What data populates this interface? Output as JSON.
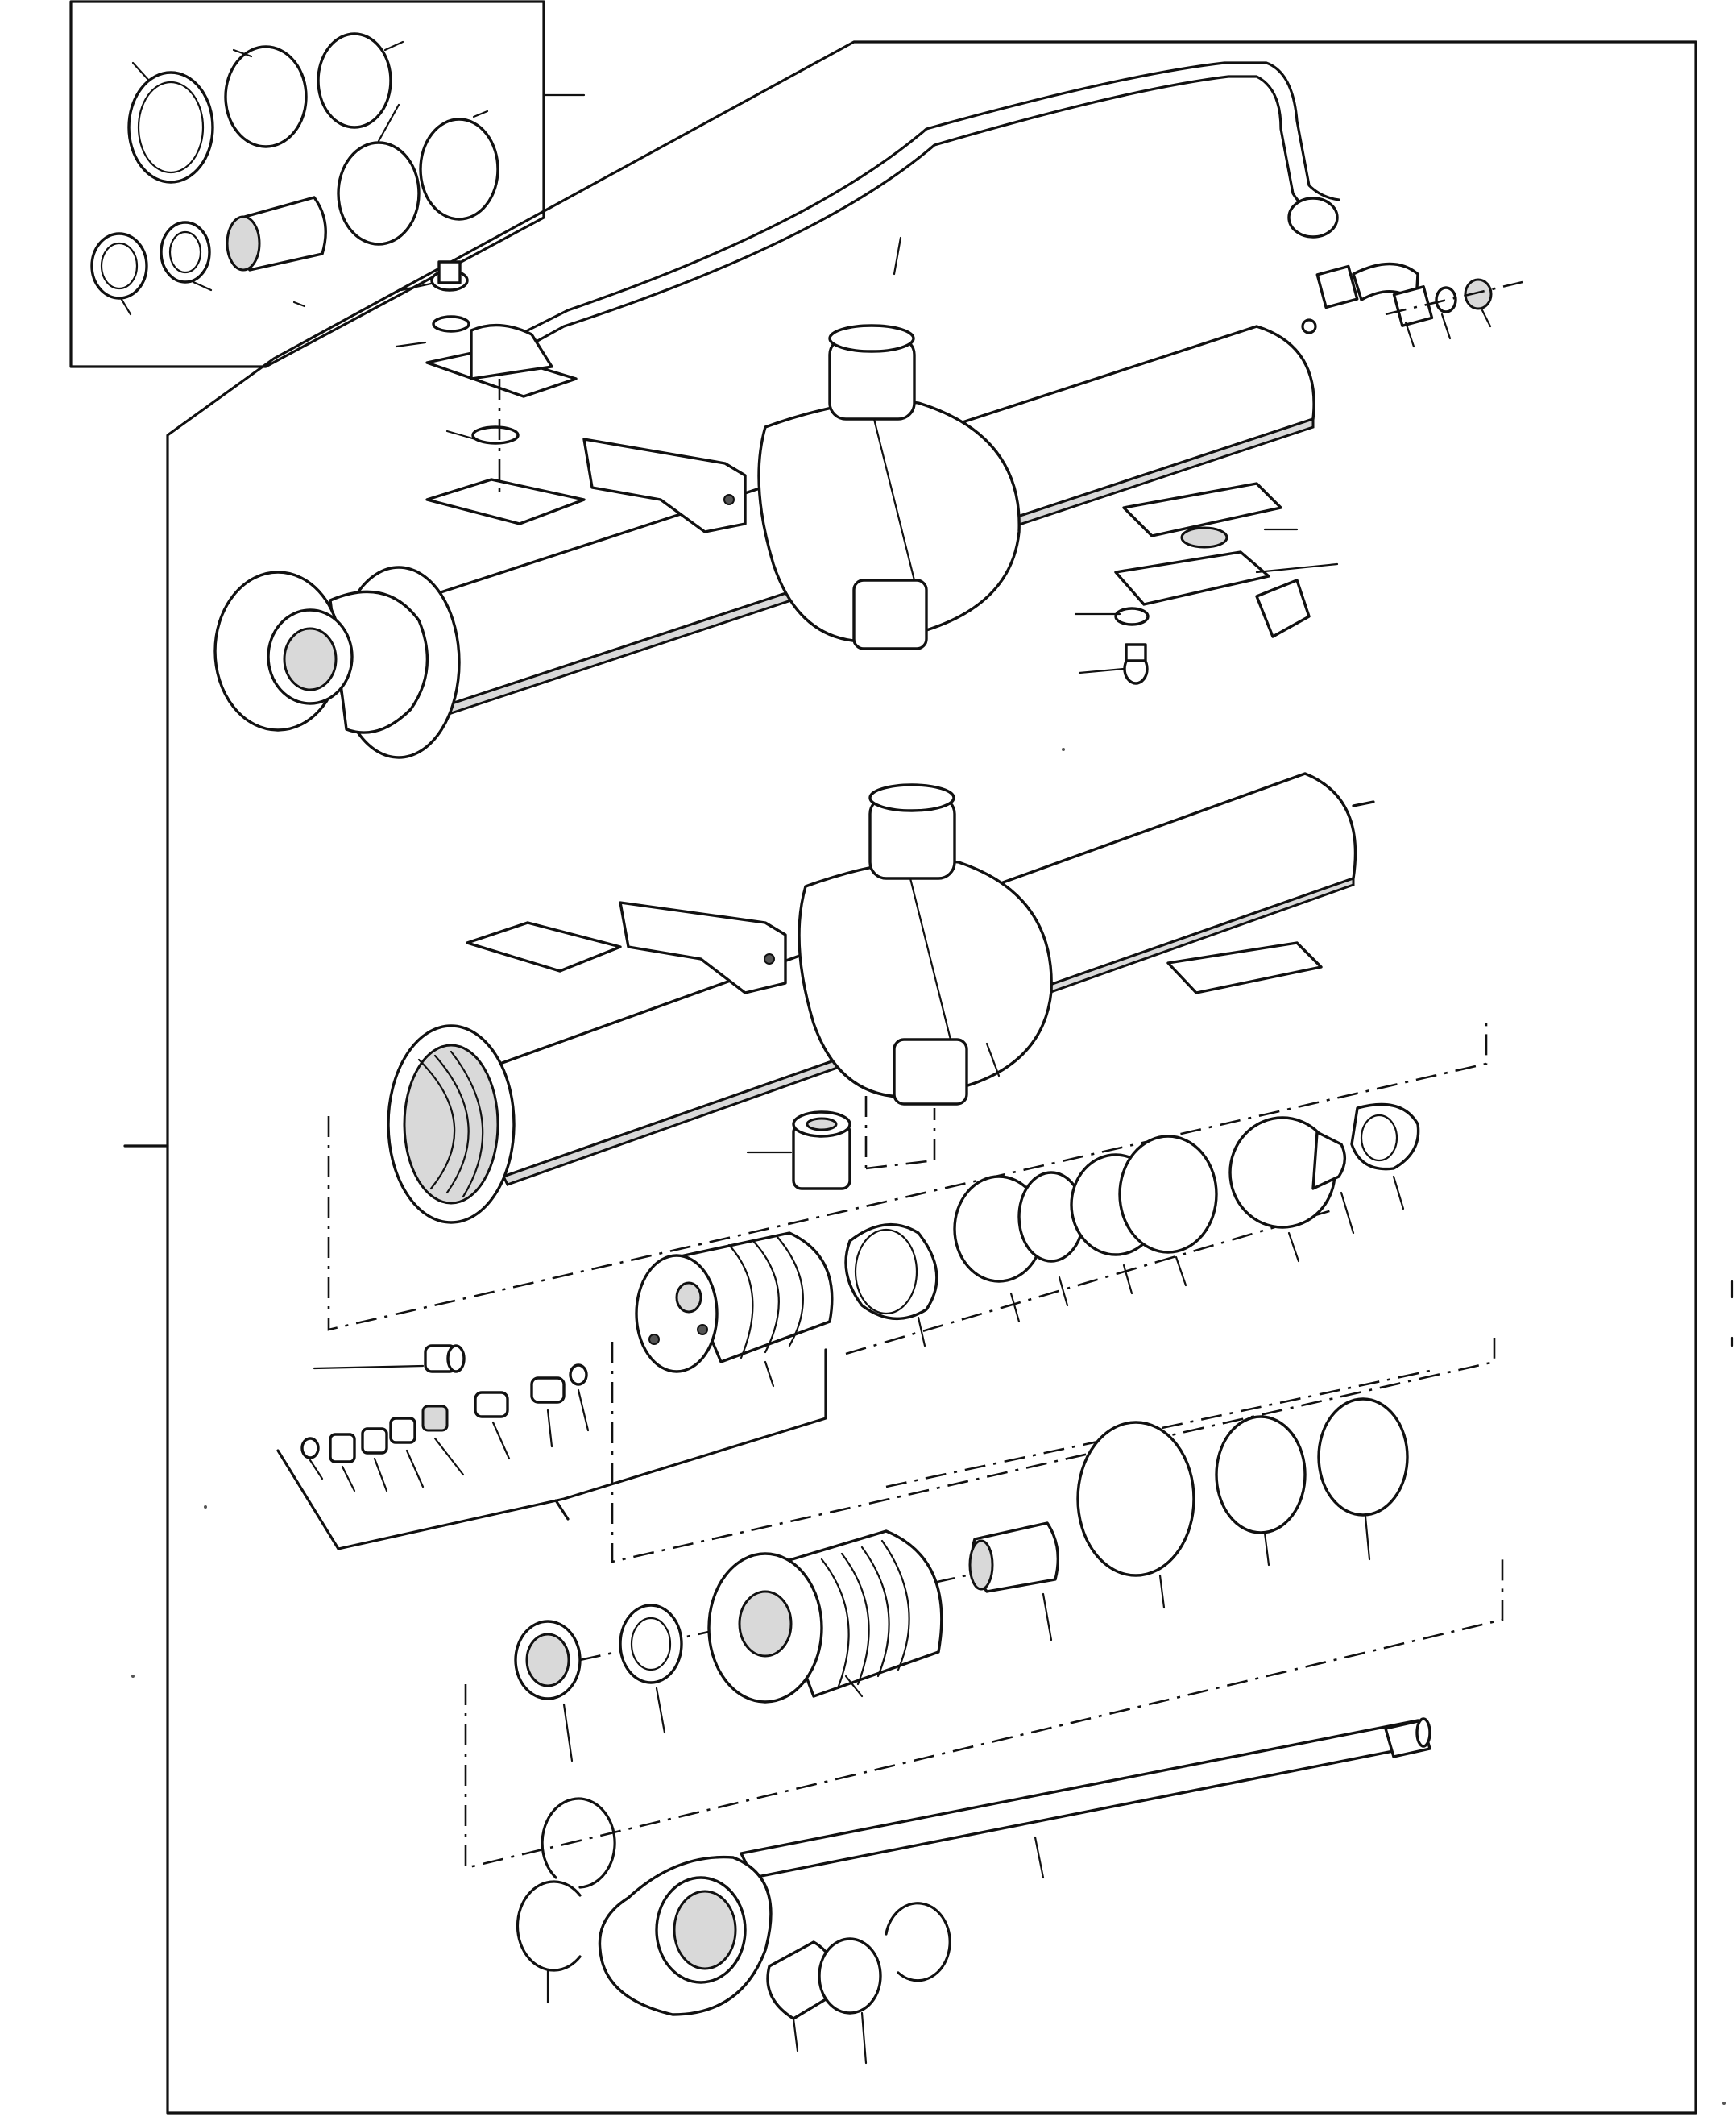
{
  "diagram": {
    "kind": "exploded parts view of a hydraulic cylinder",
    "text_labels": [],
    "parts": [
      "inset-seal-kit",
      "hydraulic-pipe",
      "pipe-clamp",
      "cylinder-assembly",
      "cylinder-barrel",
      "spacer-bushing",
      "piston",
      "piston-seals",
      "valve-components",
      "cylinder-head",
      "head-seals",
      "piston-rod",
      "rod-eye",
      "circlips"
    ],
    "colors": {
      "line": "#111111",
      "background": "#ffffff",
      "shade": "#d9d9d9"
    }
  }
}
